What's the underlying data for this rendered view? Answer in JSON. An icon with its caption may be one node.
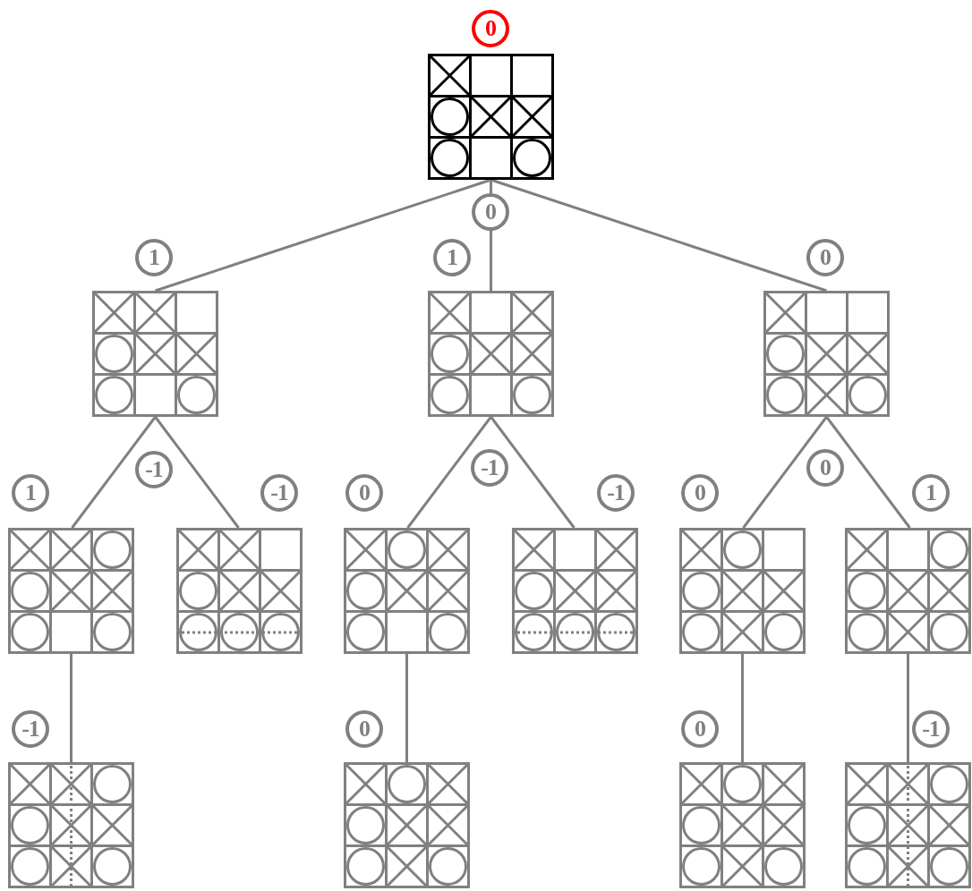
{
  "diagram": {
    "nodes": [
      {
        "text": [],
        "shape": "board",
        "beside": [
          "0",
          "0"
        ]
      },
      {
        "text": [],
        "shape": "board",
        "beside": [
          "1",
          "-1"
        ]
      },
      {
        "text": [],
        "shape": "board",
        "beside": [
          "1",
          "-1"
        ]
      },
      {
        "text": [],
        "shape": "board",
        "beside": [
          "0",
          "0"
        ]
      },
      {
        "text": [],
        "shape": "board",
        "beside": [
          "1"
        ]
      },
      {
        "text": [],
        "shape": "board",
        "beside": [
          "-1"
        ]
      },
      {
        "text": [],
        "shape": "board",
        "beside": [
          "0"
        ]
      },
      {
        "text": [],
        "shape": "board",
        "beside": [
          "-1"
        ]
      },
      {
        "text": [],
        "shape": "board",
        "beside": [
          "0"
        ]
      },
      {
        "text": [],
        "shape": "board",
        "beside": [
          "1"
        ]
      },
      {
        "text": [],
        "shape": "board",
        "beside": [
          "-1"
        ]
      },
      {
        "text": [],
        "shape": "board",
        "beside": [
          "0"
        ]
      },
      {
        "text": [],
        "shape": "board",
        "beside": [
          "0"
        ]
      },
      {
        "text": [],
        "shape": "board",
        "beside": [
          "-1"
        ]
      }
    ],
    "edges": [
      {
        "from": 0,
        "to": 1,
        "arrow": "none"
      },
      {
        "from": 0,
        "to": 2,
        "arrow": "none"
      },
      {
        "from": 0,
        "to": 3,
        "arrow": "none"
      },
      {
        "from": 1,
        "to": 4,
        "arrow": "none"
      },
      {
        "from": 1,
        "to": 5,
        "arrow": "none"
      },
      {
        "from": 2,
        "to": 6,
        "arrow": "none"
      },
      {
        "from": 2,
        "to": 7,
        "arrow": "none"
      },
      {
        "from": 3,
        "to": 8,
        "arrow": "none"
      },
      {
        "from": 3,
        "to": 9,
        "arrow": "none"
      },
      {
        "from": 4,
        "to": 10,
        "arrow": "none"
      },
      {
        "from": 6,
        "to": 11,
        "arrow": "none"
      },
      {
        "from": 8,
        "to": 12,
        "arrow": "none"
      },
      {
        "from": 9,
        "to": 13,
        "arrow": "none"
      }
    ]
  }
}
